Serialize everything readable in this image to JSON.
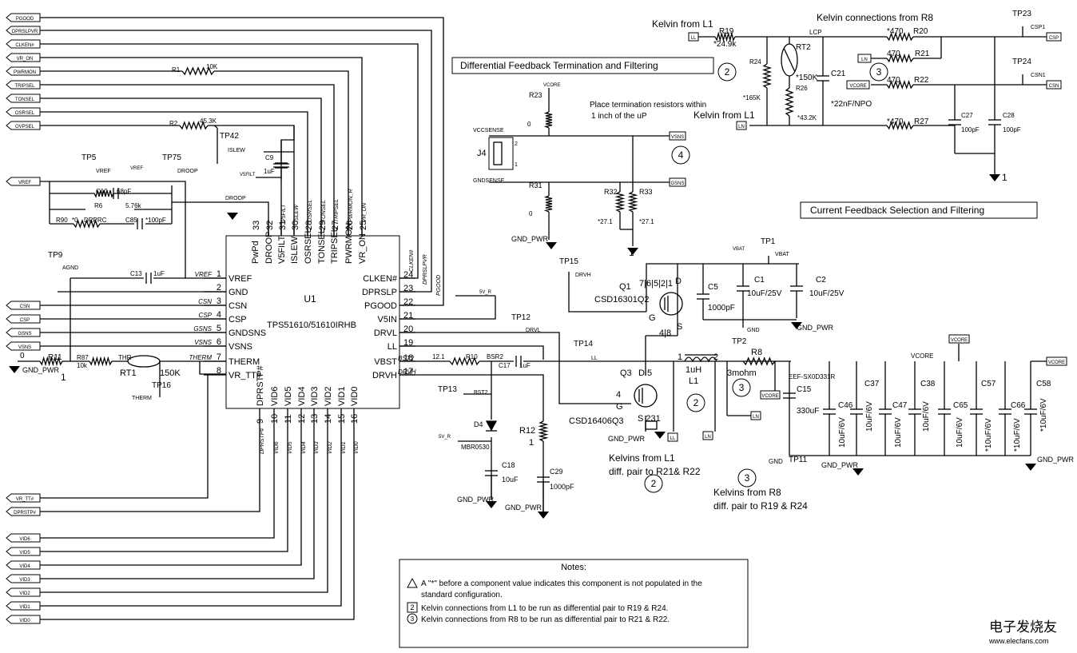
{
  "ports_left": [
    "PGOOD",
    "DPRSLPVR",
    "CLKEN#",
    "VR_ON",
    "PWRMON",
    "TRIPSEL",
    "TONSEL",
    "OSRSEL",
    "OVPSEL",
    "VREF",
    "CSN",
    "CSP",
    "GSNS",
    "VSNS",
    "VR_TT#",
    "DPRSTP#",
    "VID6",
    "VID5",
    "VID4",
    "VID3",
    "VID2",
    "VID1",
    "VID0"
  ],
  "ic": {
    "ref": "U1",
    "part": "TPS51610/51610IRHB",
    "left_pins": [
      [
        "VREF",
        "1"
      ],
      [
        "GND",
        "2"
      ],
      [
        "CSN",
        "3"
      ],
      [
        "CSP",
        "4"
      ],
      [
        "GNDSNS",
        "5"
      ],
      [
        "VSNS",
        "6"
      ],
      [
        "THERM",
        "7"
      ],
      [
        "VR_TT#",
        "8"
      ]
    ],
    "left_nets": [
      "VREF",
      "",
      "CSN",
      "CSP",
      "GSNS",
      "VSNS",
      "THERM",
      ""
    ],
    "right_pins": [
      [
        "CLKEN#",
        "24"
      ],
      [
        "DPRSLP",
        "23"
      ],
      [
        "PGOOD",
        "22"
      ],
      [
        "V5IN",
        "21"
      ],
      [
        "DRVL",
        "20"
      ],
      [
        "LL",
        "19"
      ],
      [
        "VBST",
        "18"
      ],
      [
        "DRVH",
        "17"
      ]
    ],
    "right_nets": [
      "",
      "",
      "",
      "",
      "",
      "",
      "BST2",
      "DRVH"
    ],
    "top_pins": [
      [
        "PwPd",
        "33"
      ],
      [
        "DROOP",
        "32"
      ],
      [
        "V5FILT",
        "31"
      ],
      [
        "ISLEW",
        "30"
      ],
      [
        "OSRSEL",
        "28"
      ],
      [
        "TONSEL",
        "29"
      ],
      [
        "TRIPSEL",
        "27"
      ],
      [
        "PWRMON",
        "26"
      ],
      [
        "VR_ON",
        "25"
      ]
    ],
    "top_nets": [
      "",
      "",
      "V5FILT",
      "ISLEW",
      "OSRSEL",
      "TONSEL",
      "TRIPSEL",
      "PWRMON_R",
      "VR_ON"
    ],
    "bottom_pins": [
      [
        "DPRSTP#",
        "9"
      ],
      [
        "VID6",
        "10"
      ],
      [
        "VID5",
        "11"
      ],
      [
        "VID4",
        "12"
      ],
      [
        "VID3",
        "13"
      ],
      [
        "VID2",
        "14"
      ],
      [
        "VID1",
        "15"
      ],
      [
        "VID0",
        "16"
      ]
    ],
    "bottom_nets": [
      "DPRSTP#",
      "VID6",
      "VID5",
      "VID4",
      "VID3",
      "VID2",
      "VID1",
      "VID0"
    ],
    "net_right": [
      "CLKEN#",
      "DPRSLPVR",
      "PGOOD"
    ]
  },
  "components": {
    "r1": "R1",
    "r1v": "10K",
    "r2": "R2",
    "r2v": "45.3K",
    "tp42": "TP42",
    "islew": "ISLEW",
    "c9": "C9",
    "c9v": "1uF",
    "v5filt": "V5FILT",
    "tp5": "TP5",
    "tp5net": "VREF",
    "vref_box": "VREF",
    "tp75": "TP75",
    "tp75net": "DROOP",
    "c10": "C10",
    "c10v": "68pF",
    "r6": "R6",
    "r6v": "5.76k",
    "r90": "R90",
    "r90v": "*0",
    "drprc": "DRPRC",
    "c85": "C85",
    "c85v": "*100pF",
    "droop": "DROOP",
    "tp9": "TP9",
    "agnd": "AGND",
    "c13": "C13",
    "c13v": "1uF",
    "r11": "R11",
    "r11v": "0",
    "r87": "R87",
    "r87v": "10k",
    "thr": "THR",
    "rt1": "RT1",
    "rt1v": "150K",
    "tp16": "TP16",
    "therm": "THERM",
    "gnd_pwr": "GND_PWR",
    "vr_tt": "VR_TT#",
    "r23": "R23",
    "vcore_box": "VCORE",
    "zero": "0",
    "vccsense": "VCCSENSE",
    "gndsense": "GNDSENSE",
    "j4": "J4",
    "p2": "2",
    "p1": "1",
    "r31": "R31",
    "r32": "R32",
    "r33": "R33",
    "r32v": "*27.1",
    "r33v": "*27.1",
    "vsns": "VSNS",
    "gsns": "GSNS",
    "place_note": "Place termination resistors within",
    "place_note2": "1 inch of the uP",
    "tp15": "TP15",
    "drvh": "DRVH",
    "q1": "Q1",
    "q1p": "CSD16301Q2",
    "q1pins": "7|6|5|2|1",
    "d": "D",
    "s": "S",
    "g": "G",
    "p48": "4|8",
    "c5": "C5",
    "c5v": "1000pF",
    "c1": "C1",
    "c1v": "10uF/25V",
    "c2": "C2",
    "c2v": "10uF/25V",
    "tp1": "TP1",
    "vbat": "VBAT",
    "vbat_box": "VBAT",
    "gnd": "GND",
    "tp12": "TP12",
    "drvl": "DRVL",
    "tp14": "TP14",
    "ll": "LL",
    "r10": "R10",
    "r10v": "12.1",
    "bsr2": "BSR2",
    "c17": "C17",
    "c17v": "1uF",
    "q3": "Q3",
    "q3p": "CSD16406Q3",
    "d5": "D 5",
    "four": "4",
    "s231": "S 231",
    "tp13": "TP13",
    "bst2": "BST2",
    "d4": "D4",
    "d4p": "MBR0530",
    "v5r": "5V_R",
    "v5r2": "5V_R",
    "c18": "C18",
    "c18v": "10uF",
    "r12": "R12",
    "r12v": "1",
    "c29": "C29",
    "c29v": "1000pF",
    "l1": "L1",
    "l1v": "1uH",
    "l1p1": "1",
    "l1p2": "2",
    "r8": "R8",
    "r8v": "3mohm",
    "tp2": "TP2",
    "c15": "C15",
    "c15v": "330uF",
    "c15p": "EEF-SX0D331R",
    "tp11": "TP11",
    "vcore": "VCORE",
    "c46": "C46",
    "c37": "C37",
    "c47": "C47",
    "c38": "C38",
    "c65": "C65",
    "c57": "C57",
    "c66": "C66",
    "c58": "C58",
    "cap10": "10uF/6V",
    "cap10s": "*10uF/6V",
    "r19": "R19",
    "r19v": "*24.9k",
    "r24": "R24",
    "r24v": "*165K",
    "rt2": "RT2",
    "rt2v": "*150K",
    "r26": "R26",
    "r26v": "*43.2K",
    "c21": "C21",
    "c21v": "*22nF/NPO",
    "lcp": "LCP",
    "r20": "R20",
    "r20v": "*470",
    "r21": "R21",
    "r21v": "470",
    "r22": "R22",
    "r22v": "470",
    "r27": "R27",
    "r27v": "*470",
    "tp23": "TP23",
    "csp1": "CSP1",
    "tp24": "TP24",
    "csn1": "CSN1",
    "c27": "C27",
    "c27v": "100pF",
    "c28": "C28",
    "c28v": "100pF",
    "csp": "CSP",
    "csn": "CSN",
    "ln": "LN",
    "ll_box": "LL",
    "one": "1"
  },
  "labels": {
    "kelvin_l1_top": "Kelvin from L1",
    "kelvin_r8_top": "Kelvin connections from R8",
    "kelvin_l1_mid": "Kelvin from L1",
    "diff_fb": "Differential Feedback Termination and Filtering",
    "current_fb": "Current Feedback Selection and Filtering",
    "circ2": "2",
    "circ3": "3",
    "circ4": "4",
    "kelvins_l1": "Kelvins from L1",
    "kelvins_l1_b": "diff. pair to R21& R22",
    "kelvins_r8": "Kelvins from R8",
    "kelvins_r8_b": "diff. pair to R19 & R24"
  },
  "notes": {
    "title": "Notes:",
    "n1": "A \"*\" before a component value indicates this component is not populated in the",
    "n1b": "standard configuration.",
    "n2": "Kelvin connections from L1  to be run as differential pair to R19 & R24.",
    "n3": "Kelvin connections from R8  to be run as differential pair to R21 & R22.",
    "n2num": "2",
    "n3num": "3"
  },
  "watermark": {
    "text": "电子发烧友",
    "url": "www.elecfans.com"
  }
}
